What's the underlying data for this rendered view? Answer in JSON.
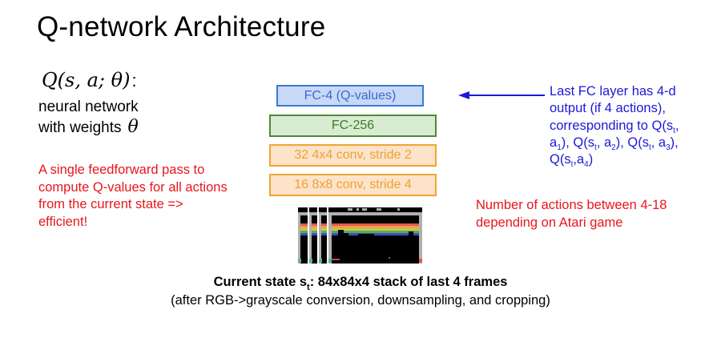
{
  "title": "Q-network Architecture",
  "left_panel": {
    "formula": "Q(s, a; θ)",
    "formula_colon": ":",
    "desc_line1": "neural network",
    "desc_line2": "with weights",
    "theta_symbol": "θ",
    "note": "A single feedforward pass to compute Q-values for all actions from the current state => efficient!"
  },
  "layers": [
    {
      "label": "FC-4 (Q-values)",
      "type": "fully-connected",
      "color": "#3b78d8"
    },
    {
      "label": "FC-256",
      "type": "fully-connected",
      "color": "#4e8a35"
    },
    {
      "label": "32 4x4 conv, stride 2",
      "type": "convolution",
      "color": "#f0a433"
    },
    {
      "label": "16 8x8 conv, stride 4",
      "type": "convolution",
      "color": "#f0a433"
    }
  ],
  "right_panel": {
    "note_line1": "Last FC layer has 4-d",
    "note_line2": "output (if 4 actions),",
    "note_line3_prefix": "corresponding to Q(s",
    "note_line4": {
      "a1": "a",
      "sub1": "1",
      "mid1": "), Q(s",
      "subt": "t",
      "mid2": ", a",
      "sub2": "2",
      "mid3": "), Q(s",
      "mid4": ", a",
      "sub3": "3",
      "end": "),"
    },
    "note_line5": {
      "q": "Q(s",
      "subt": "t",
      "mid": ",a",
      "sub4": "4",
      "end": ")"
    },
    "subscript_t": "t",
    "comma": ",",
    "actions_note": "Number of actions between 4-18 depending on Atari game"
  },
  "input": {
    "frames_count": 4,
    "game": "Atari Breakout",
    "caption_bold_prefix": "Current state s",
    "caption_subscript": "t",
    "caption_bold_suffix": ": 84x84x4 stack of last 4 frames",
    "caption_detail": "(after RGB->grayscale conversion, downsampling, and cropping)"
  },
  "colors": {
    "red_text": "#e8161b",
    "blue_text": "#1b1ad6",
    "arrow": "#1b1ad6"
  }
}
